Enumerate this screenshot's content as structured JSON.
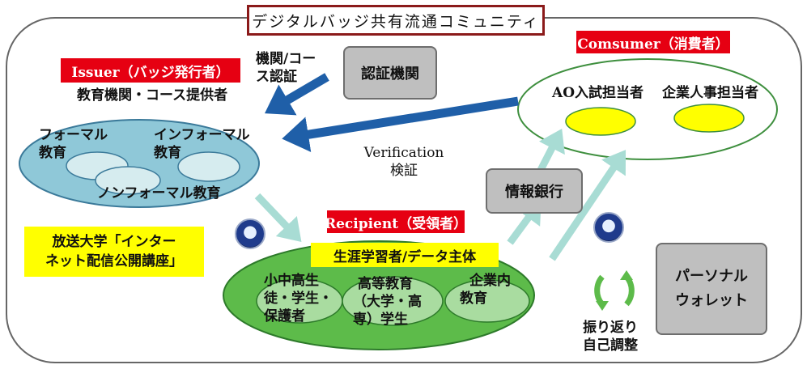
{
  "title": "デジタルバッジ共有流通コミュニティ",
  "issuer": {
    "label": "Issuer（バッジ発行者）",
    "subtitle": "教育機関・コース提供者",
    "formal": [
      "フォーマル",
      "教育"
    ],
    "informal": [
      "インフォーマル",
      "教育"
    ],
    "nonformal": "ノンフォーマル教育"
  },
  "certifier": {
    "box": "認証機関",
    "arrow_label": [
      "機関/コー",
      "ス認証"
    ]
  },
  "consumer": {
    "label": "Comsumer（消費者）",
    "ao": "AO入試担当者",
    "hr": "企業人事担当者"
  },
  "verification": [
    "Verification",
    "検証"
  ],
  "info_bank": "情報銀行",
  "recipient": {
    "label": "Recipient（受領者）",
    "subtitle": "生涯学習者/データ主体",
    "k12": [
      "小中高生",
      "徒・学生・",
      "保護者"
    ],
    "higher": [
      "高等教育",
      "（大学・高",
      "専）学生"
    ],
    "corporate": [
      "企業内",
      "教育"
    ]
  },
  "open_univ": [
    "放送大学「インター",
    "ネット配信公開講座」"
  ],
  "reflection": [
    "振り返り",
    "自己調整"
  ],
  "wallet": [
    "パーソナル",
    "ウォレット"
  ],
  "colors": {
    "red": "#e60012",
    "issuer_fill": "#8fc8d8",
    "recipient_fill": "#5dbb4a",
    "arrow_blue": "#1f5fa8",
    "arrow_mint": "#a8dcd4",
    "gray": "#bfbfbf",
    "yellow": "#ffff00"
  }
}
